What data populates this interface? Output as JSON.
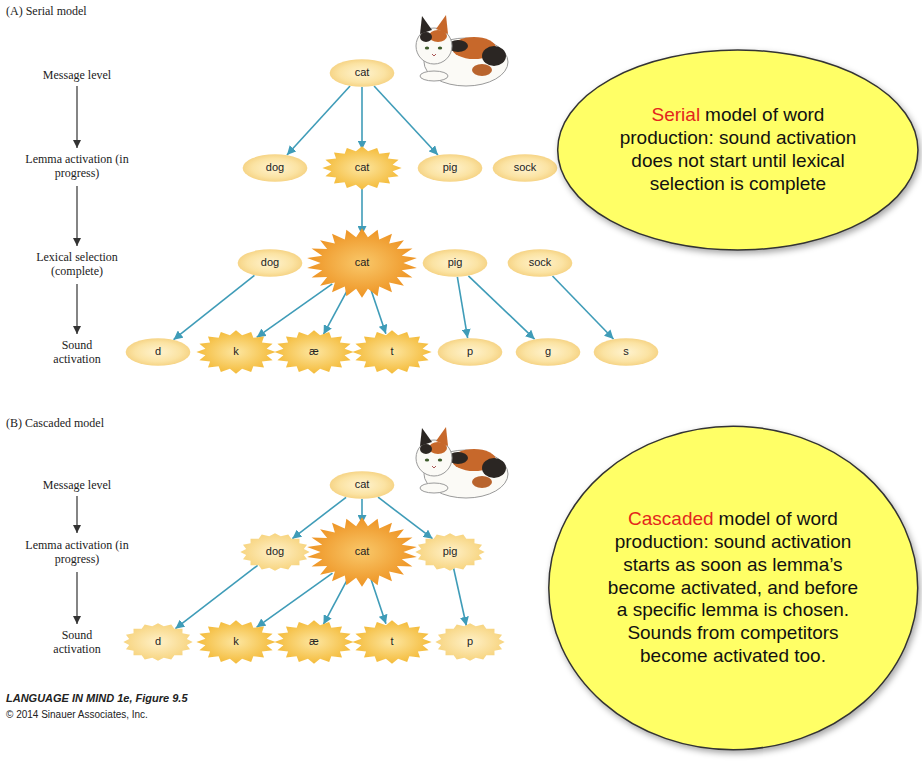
{
  "diagram": {
    "nodes": [
      {
        "text": [
          "cat"
        ]
      },
      {
        "text": [
          "dog"
        ]
      },
      {
        "text": [
          "cat"
        ]
      },
      {
        "text": [
          "pig"
        ]
      },
      {
        "text": [
          "sock"
        ]
      },
      {
        "text": [
          "dog"
        ]
      },
      {
        "text": [
          "cat"
        ]
      },
      {
        "text": [
          "pig"
        ]
      },
      {
        "text": [
          "sock"
        ]
      },
      {
        "text": [
          "d"
        ]
      },
      {
        "text": [
          "k"
        ]
      },
      {
        "text": [
          "æ"
        ]
      },
      {
        "text": [
          "t"
        ]
      },
      {
        "text": [
          "p"
        ]
      },
      {
        "text": [
          "g"
        ]
      },
      {
        "text": [
          "s"
        ]
      },
      {
        "text": [
          "Serial",
          "model of word production: sound activation does not start until lexical selection is complete"
        ]
      },
      {
        "text": [
          "cat"
        ]
      },
      {
        "text": [
          "dog"
        ]
      },
      {
        "text": [
          "cat"
        ]
      },
      {
        "text": [
          "pig"
        ]
      },
      {
        "text": [
          "d"
        ]
      },
      {
        "text": [
          "k"
        ]
      },
      {
        "text": [
          "æ"
        ]
      },
      {
        "text": [
          "t"
        ]
      },
      {
        "text": [
          "p"
        ]
      },
      {
        "text": [
          "Cascaded",
          "model of word production: sound activation starts as soon as lemma’s become activated, and before a specific lemma is chosen. Sounds from competitors become activated too."
        ]
      }
    ],
    "edges": [
      {
        "from": 0,
        "to": 1,
        "arrow": "to"
      },
      {
        "from": 0,
        "to": 2,
        "arrow": "to"
      },
      {
        "from": 0,
        "to": 3,
        "arrow": "to"
      },
      {
        "from": 2,
        "to": 6,
        "arrow": "to"
      },
      {
        "from": 5,
        "to": 9,
        "arrow": "to"
      },
      {
        "from": 6,
        "to": 10,
        "arrow": "to"
      },
      {
        "from": 6,
        "to": 11,
        "arrow": "to"
      },
      {
        "from": 6,
        "to": 12,
        "arrow": "to"
      },
      {
        "from": 7,
        "to": 13,
        "arrow": "to"
      },
      {
        "from": 7,
        "to": 14,
        "arrow": "to"
      },
      {
        "from": 8,
        "to": 15,
        "arrow": "to"
      },
      {
        "from": 17,
        "to": 18,
        "arrow": "to"
      },
      {
        "from": 17,
        "to": 19,
        "arrow": "to"
      },
      {
        "from": 17,
        "to": 20,
        "arrow": "to"
      },
      {
        "from": 18,
        "to": 21,
        "arrow": "to"
      },
      {
        "from": 19,
        "to": 22,
        "arrow": "to"
      },
      {
        "from": 19,
        "to": 23,
        "arrow": "to"
      },
      {
        "from": 19,
        "to": 24,
        "arrow": "to"
      },
      {
        "from": 20,
        "to": 25,
        "arrow": "to"
      }
    ],
    "labels": [
      "(A) Serial model",
      "Message level",
      "Lemma activation (in progress)",
      "Lexical selection (complete)",
      "Sound activation",
      "(B) Cascaded model",
      "Message level",
      "Lemma activation (in progress)",
      "Sound activation",
      "LANGUAGE IN MIND 1e, Figure 9.5",
      "© 2014 Sinauer Associates, Inc."
    ]
  }
}
